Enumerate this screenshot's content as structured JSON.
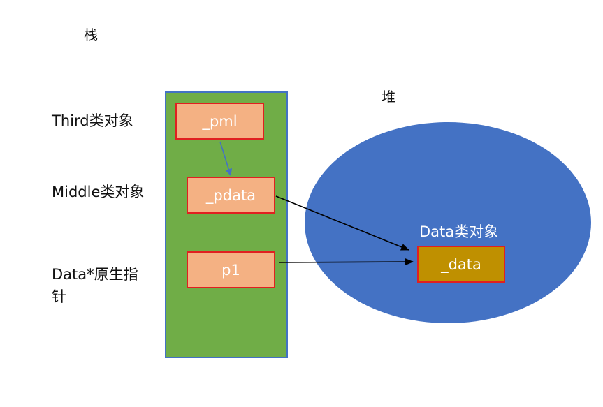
{
  "labels": {
    "stack_title": "栈",
    "heap_title": "堆",
    "third_object": "Third类对象",
    "middle_object": "Middle类对象",
    "raw_pointer_line1": "Data*原生指",
    "raw_pointer_line2": "针",
    "heap_object": "Data类对象"
  },
  "boxes": {
    "pml": "_pml",
    "pdata": "_pdata",
    "p1": "p1",
    "data": "_data"
  },
  "colors": {
    "stack_fill": "#70ad47",
    "stack_border": "#4472c4",
    "heap_fill": "#4472c4",
    "var_box_fill": "#f4b183",
    "var_box_border": "#e02020",
    "data_box_fill": "#bf9000",
    "arrow_pml_to_pdata": "#4472c4",
    "arrow_to_data": "#000000"
  }
}
